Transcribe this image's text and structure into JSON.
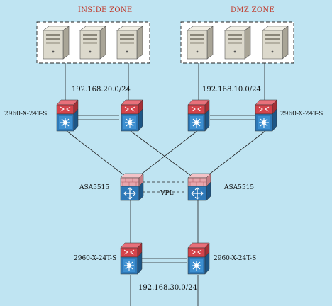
{
  "zones": {
    "inside": "INSIDE ZONE",
    "dmz": "DMZ ZONE"
  },
  "subnets": {
    "inside": "192.168.20.0/24",
    "dmz": "192.168.10.0/24",
    "outside": "192.168.30.0/24"
  },
  "devices": {
    "switch_top_left": "2960-X-24T-S",
    "switch_top_right": "2960-X-24T-S",
    "fw_left": "ASA5515",
    "fw_right": "ASA5515",
    "fw_link": "VPL",
    "switch_bottom_left": "2960-X-24T-S",
    "switch_bottom_right": "2960-X-24T-S"
  },
  "colors": {
    "background": "#bfe4f2",
    "zone_title": "#c0392b",
    "switch_top": "#d4434b",
    "switch_body": "#2e79b8",
    "firewall_brick": "#e8a6ad",
    "server": "#d9d6c8"
  },
  "icons": {
    "server": "server-icon",
    "switch": "multilayer-switch-icon",
    "firewall": "asa-firewall-icon"
  }
}
